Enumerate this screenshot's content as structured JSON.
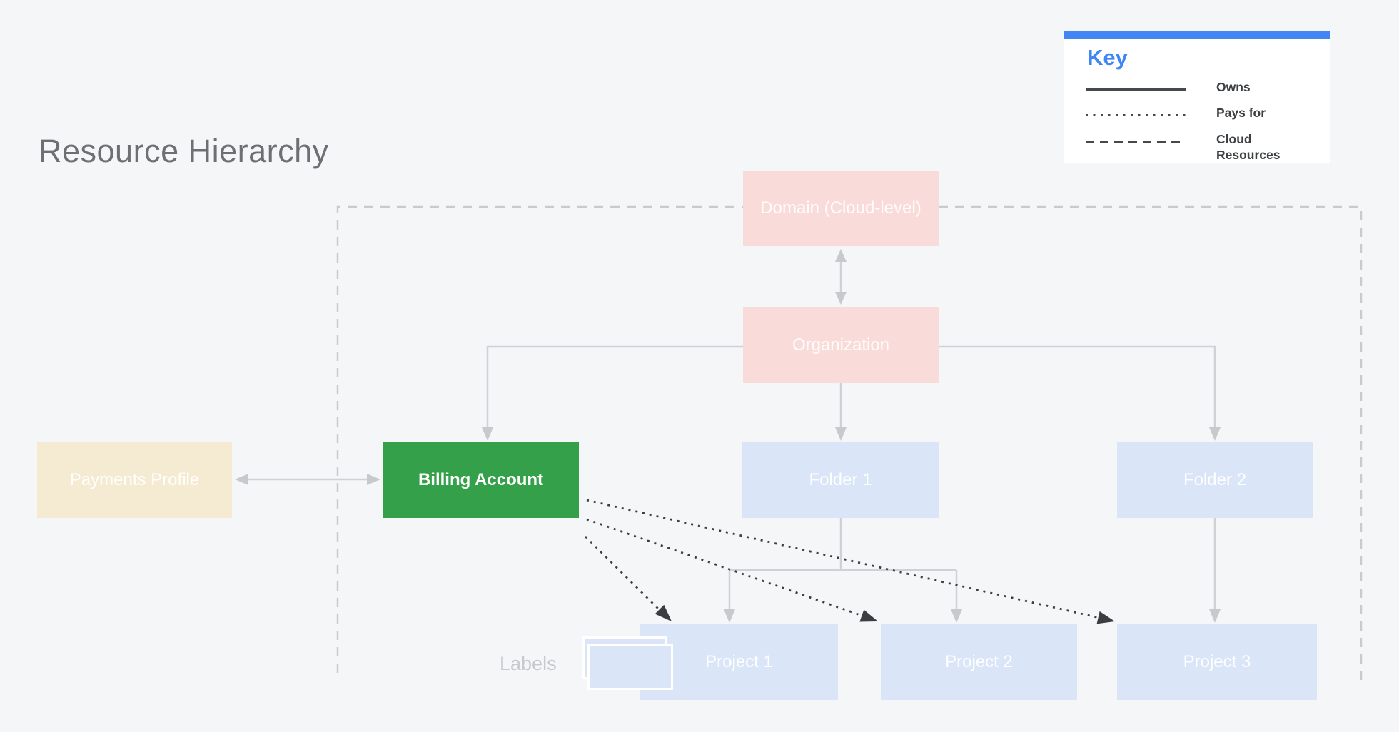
{
  "title": "Resource Hierarchy",
  "key": {
    "heading": "Key",
    "items": [
      {
        "style": "solid",
        "label": "Owns"
      },
      {
        "style": "dotted",
        "label": "Pays for"
      },
      {
        "style": "dashed",
        "label": "Cloud Resources"
      }
    ]
  },
  "nodes": {
    "domain": "Domain (Cloud-level)",
    "organization": "Organization",
    "payments_profile": "Payments Profile",
    "billing_account": "Billing Account",
    "folder_1": "Folder 1",
    "folder_2": "Folder 2",
    "project_1": "Project 1",
    "project_2": "Project 2",
    "project_3": "Project 3"
  },
  "annotations": {
    "labels_caption": "Labels"
  },
  "colors": {
    "background": "#f5f6f8",
    "accent-blue": "#4285f4",
    "node-green": "#34a049",
    "node-pink": "#f9dcda",
    "node-blue": "#dbe5f8",
    "node-cream": "#f5ebd2",
    "line-gray": "#cfd2d5",
    "dark-line": "#3b3e41"
  }
}
